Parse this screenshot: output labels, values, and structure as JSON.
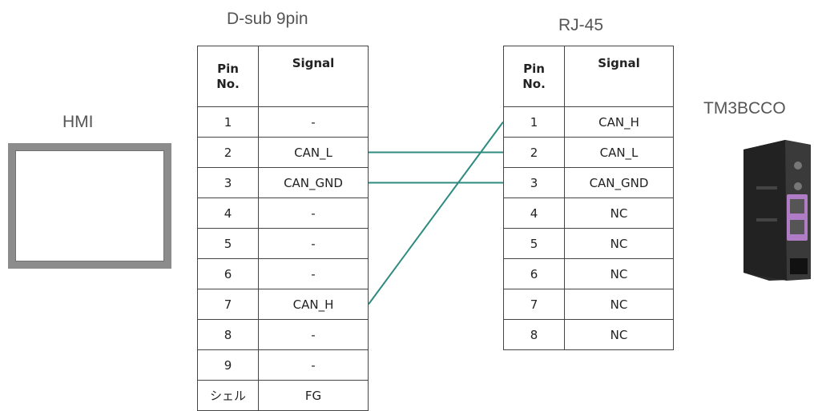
{
  "left_connector": {
    "title": "D-sub 9pin",
    "header": {
      "pin": "Pin\nNo.",
      "signal": "Signal"
    },
    "rows": [
      {
        "pin": "1",
        "signal": "-"
      },
      {
        "pin": "2",
        "signal": "CAN_L"
      },
      {
        "pin": "3",
        "signal": "CAN_GND"
      },
      {
        "pin": "4",
        "signal": "-"
      },
      {
        "pin": "5",
        "signal": "-"
      },
      {
        "pin": "6",
        "signal": "-"
      },
      {
        "pin": "7",
        "signal": "CAN_H"
      },
      {
        "pin": "8",
        "signal": "-"
      },
      {
        "pin": "9",
        "signal": "-"
      },
      {
        "pin": "シェル",
        "signal": "FG"
      }
    ]
  },
  "right_connector": {
    "title": "RJ-45",
    "header": {
      "pin": "Pin\nNo.",
      "signal": "Signal"
    },
    "rows": [
      {
        "pin": "1",
        "signal": "CAN_H"
      },
      {
        "pin": "2",
        "signal": "CAN_L"
      },
      {
        "pin": "3",
        "signal": "CAN_GND"
      },
      {
        "pin": "4",
        "signal": "NC"
      },
      {
        "pin": "5",
        "signal": "NC"
      },
      {
        "pin": "6",
        "signal": "NC"
      },
      {
        "pin": "7",
        "signal": "NC"
      },
      {
        "pin": "8",
        "signal": "NC"
      }
    ]
  },
  "devices": {
    "left": "HMI",
    "right": "TM3BCCO"
  },
  "wiring": [
    {
      "from_pin": "2",
      "to_pin": "2"
    },
    {
      "from_pin": "3",
      "to_pin": "3"
    },
    {
      "from_pin": "7",
      "to_pin": "1"
    }
  ],
  "colors": {
    "wire": "#2e8b7f",
    "hmi_frame": "#8c8c8c",
    "module_body": "#2b2b2b",
    "module_port_accent": "#b07cc6"
  }
}
